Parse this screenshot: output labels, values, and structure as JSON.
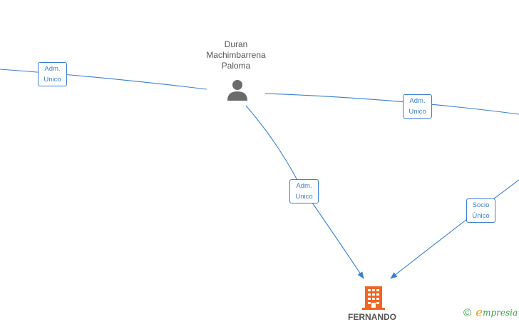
{
  "person": {
    "name_lines": [
      "Duran",
      "Machimbarrena",
      "Paloma"
    ],
    "icon": "person-icon"
  },
  "company": {
    "name": "FERNANDO",
    "icon": "building-icon",
    "color": "#f26522"
  },
  "relations": [
    {
      "id": "left",
      "lines": [
        "Adm.",
        "Unico"
      ]
    },
    {
      "id": "right",
      "lines": [
        "Adm.",
        "Unico"
      ]
    },
    {
      "id": "center",
      "lines": [
        "Adm.",
        "Unico"
      ]
    },
    {
      "id": "socio",
      "lines": [
        "Socio",
        "Único"
      ]
    }
  ],
  "brand": {
    "copyright": "©",
    "initial": "e",
    "rest": "mpresia"
  },
  "colors": {
    "edge": "#3a7fd1",
    "node_text": "#555555",
    "brand_green": "#3a9c4a",
    "brand_orange": "#f0a020"
  }
}
